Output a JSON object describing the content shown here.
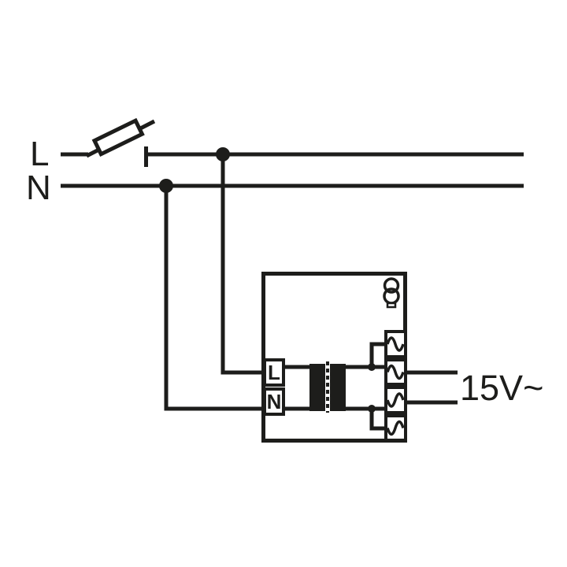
{
  "diagram": {
    "background_color": "#ffffff",
    "ink_color": "#1d1d1b",
    "supply": {
      "line_label": "L",
      "neutral_label": "N",
      "switch_icon": "fuse-switch-icon"
    },
    "device": {
      "corner_icon": "transformer-icon",
      "input_terminals": [
        {
          "label": "L"
        },
        {
          "label": "N"
        }
      ],
      "winding_icon": "transformer-winding-icon",
      "output_terminals": [
        {
          "icon": "ac-sine-icon"
        },
        {
          "icon": "ac-sine-icon"
        },
        {
          "icon": "ac-sine-inverted-icon"
        },
        {
          "icon": "ac-sine-inverted-icon"
        }
      ]
    },
    "output": {
      "voltage_label": "15V~"
    }
  }
}
